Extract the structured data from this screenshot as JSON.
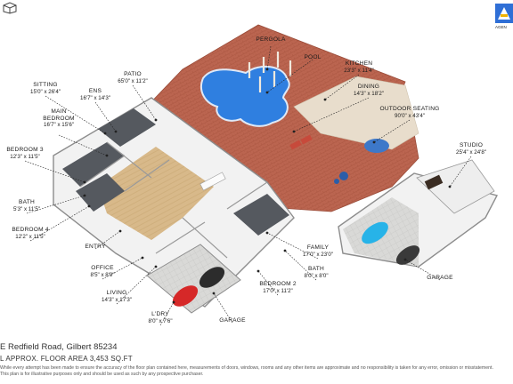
{
  "rooms": [
    {
      "key": "pergola",
      "name": "PERGOLA",
      "dims": ""
    },
    {
      "key": "pool",
      "name": "POOL",
      "dims": ""
    },
    {
      "key": "kitchen",
      "name": "KITCHEN",
      "dims": "23'3\" x 11'4\""
    },
    {
      "key": "patio",
      "name": "PATIO",
      "dims": "65'0\" x 11'2\""
    },
    {
      "key": "sitting",
      "name": "SITTING",
      "dims": "15'0\" x 26'4\""
    },
    {
      "key": "ens",
      "name": "ENS",
      "dims": "16'7\" x 14'3\""
    },
    {
      "key": "main_bedroom",
      "name": "MAIN\nBEDROOM",
      "dims": "16'7\" x 15'6\""
    },
    {
      "key": "dining",
      "name": "DINING",
      "dims": "14'3\" x 18'2\""
    },
    {
      "key": "outdoor_seating",
      "name": "OUTDOOR SEATING",
      "dims": "90'0\" x 43'4\""
    },
    {
      "key": "bedroom3",
      "name": "BEDROOM 3",
      "dims": "12'3\" x 11'5\""
    },
    {
      "key": "studio",
      "name": "STUDIO",
      "dims": "25'4\" x 24'8\""
    },
    {
      "key": "bath1",
      "name": "BATH",
      "dims": "5'3\" x 11'5\""
    },
    {
      "key": "bedroom4",
      "name": "BEDROOM 4",
      "dims": "12'2\" x 11'5\""
    },
    {
      "key": "family",
      "name": "FAMILY",
      "dims": "17'0\" x 23'0\""
    },
    {
      "key": "entry",
      "name": "ENTRY",
      "dims": ""
    },
    {
      "key": "bath2",
      "name": "BATH",
      "dims": "8'0\" x 8'0\""
    },
    {
      "key": "garage_studio",
      "name": "GARAGE",
      "dims": ""
    },
    {
      "key": "office",
      "name": "OFFICE",
      "dims": "8'5\" x 8'9\""
    },
    {
      "key": "bedroom2",
      "name": "BEDROOM 2",
      "dims": "17'0\" x 11'2\""
    },
    {
      "key": "living",
      "name": "LIVING",
      "dims": "14'3\" x 17'3\""
    },
    {
      "key": "ldry",
      "name": "L'DRY",
      "dims": "8'0\" x 7'6\""
    },
    {
      "key": "garage_main",
      "name": "GARAGE",
      "dims": ""
    }
  ],
  "footer": {
    "address": "E Redfield Road, Gilbert 85234",
    "area": "L APPROX. FLOOR AREA 3,453 SQ.FT",
    "disclaimer": "While every attempt has been made to ensure the accuracy of the floor plan contained here, measurements of doors, windows, rooms and any other items are approximate and no responsibility is taken for any error, omission or misstatement. This plan is for illustrative purposes only and should be used as such by any prospective purchaser."
  },
  "logo": {
    "text": "AGEN"
  },
  "colors": {
    "deck": "#b9604a",
    "pool": "#2f7fe0",
    "wood": "#d8b98a",
    "path": "#e6dccb",
    "wall": "#eeeeee",
    "dark_floor": "#4a4f55",
    "car_red": "#d62828",
    "car_blue": "#27b3e8",
    "logo_bg": "#2f6fd6",
    "logo_accent": "#f2b400"
  }
}
